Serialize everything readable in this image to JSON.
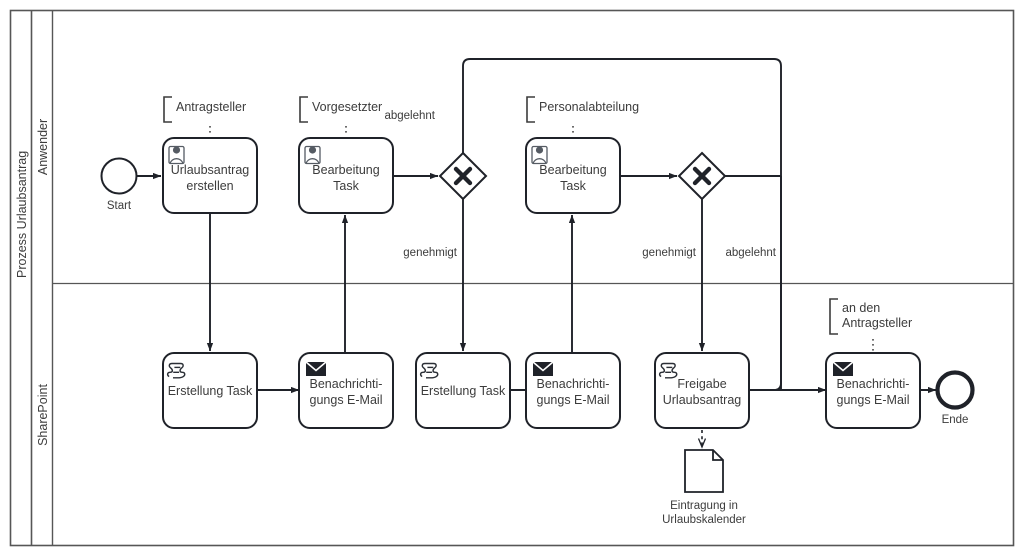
{
  "diagram": {
    "type": "bpmn-process-diagram",
    "pool_label": "Prozess Urlaubsantrag",
    "lanes": [
      {
        "id": "anwender",
        "label": "Anwender"
      },
      {
        "id": "sharepoint",
        "label": "SharePoint"
      }
    ],
    "colors": {
      "stroke": "#1f2229",
      "text": "#3c3c3c",
      "frame": "#565656",
      "background": "#ffffff"
    }
  },
  "events": [
    {
      "id": "start",
      "kind": "start-event",
      "label": "Start"
    },
    {
      "id": "end",
      "kind": "end-event",
      "label": "Ende"
    }
  ],
  "tasks": [
    {
      "id": "t-urlaubsantrag-erstellen",
      "lane": "anwender",
      "icon": "user-task-icon",
      "line1": "Urlaubsantrag",
      "line2": "erstellen"
    },
    {
      "id": "t-bearbeitung-vorgesetzter",
      "lane": "anwender",
      "icon": "user-task-icon",
      "line1": "Bearbeitung",
      "line2": "Task"
    },
    {
      "id": "t-bearbeitung-personal",
      "lane": "anwender",
      "icon": "user-task-icon",
      "line1": "Bearbeitung",
      "line2": "Task"
    },
    {
      "id": "t-erstellung-task-1",
      "lane": "sharepoint",
      "icon": "script-task-icon",
      "line1": "Erstellung Task",
      "line2": ""
    },
    {
      "id": "t-benachrichtigung-1",
      "lane": "sharepoint",
      "icon": "message-task-icon",
      "line1": "Benachrichti-",
      "line2": "gungs E-Mail"
    },
    {
      "id": "t-erstellung-task-2",
      "lane": "sharepoint",
      "icon": "script-task-icon",
      "line1": "Erstellung Task",
      "line2": ""
    },
    {
      "id": "t-benachrichtigung-2",
      "lane": "sharepoint",
      "icon": "message-task-icon",
      "line1": "Benachrichti-",
      "line2": "gungs E-Mail"
    },
    {
      "id": "t-freigabe",
      "lane": "sharepoint",
      "icon": "script-task-icon",
      "line1": "Freigabe",
      "line2": "Urlaubsantrag"
    },
    {
      "id": "t-benachrichtigung-3",
      "lane": "sharepoint",
      "icon": "message-task-icon",
      "line1": "Benachrichti-",
      "line2": "gungs E-Mail"
    }
  ],
  "gateways": [
    {
      "id": "gw-1",
      "kind": "exclusive-gateway",
      "symbol": "X"
    },
    {
      "id": "gw-2",
      "kind": "exclusive-gateway",
      "symbol": "X"
    }
  ],
  "annotations": [
    {
      "id": "ann-antragsteller",
      "line1": "Antragsteller",
      "line2": ""
    },
    {
      "id": "ann-vorgesetzter",
      "line1": "Vorgesetzter",
      "line2": ""
    },
    {
      "id": "ann-personalabteilung",
      "line1": "Personalabteilung",
      "line2": ""
    },
    {
      "id": "ann-an-den-antragsteller",
      "line1": "an den",
      "line2": "Antragsteller"
    }
  ],
  "data_objects": [
    {
      "id": "doc-urlaubskalender",
      "line1": "Eintragung in",
      "line2": "Urlaubskalender"
    }
  ],
  "flow_labels": [
    {
      "id": "flow-gw1-abgelehnt",
      "text": "abgelehnt"
    },
    {
      "id": "flow-gw1-genehmigt",
      "text": "genehmigt"
    },
    {
      "id": "flow-gw2-genehmigt",
      "text": "genehmigt"
    },
    {
      "id": "flow-gw2-abgelehnt",
      "text": "abgelehnt"
    }
  ]
}
